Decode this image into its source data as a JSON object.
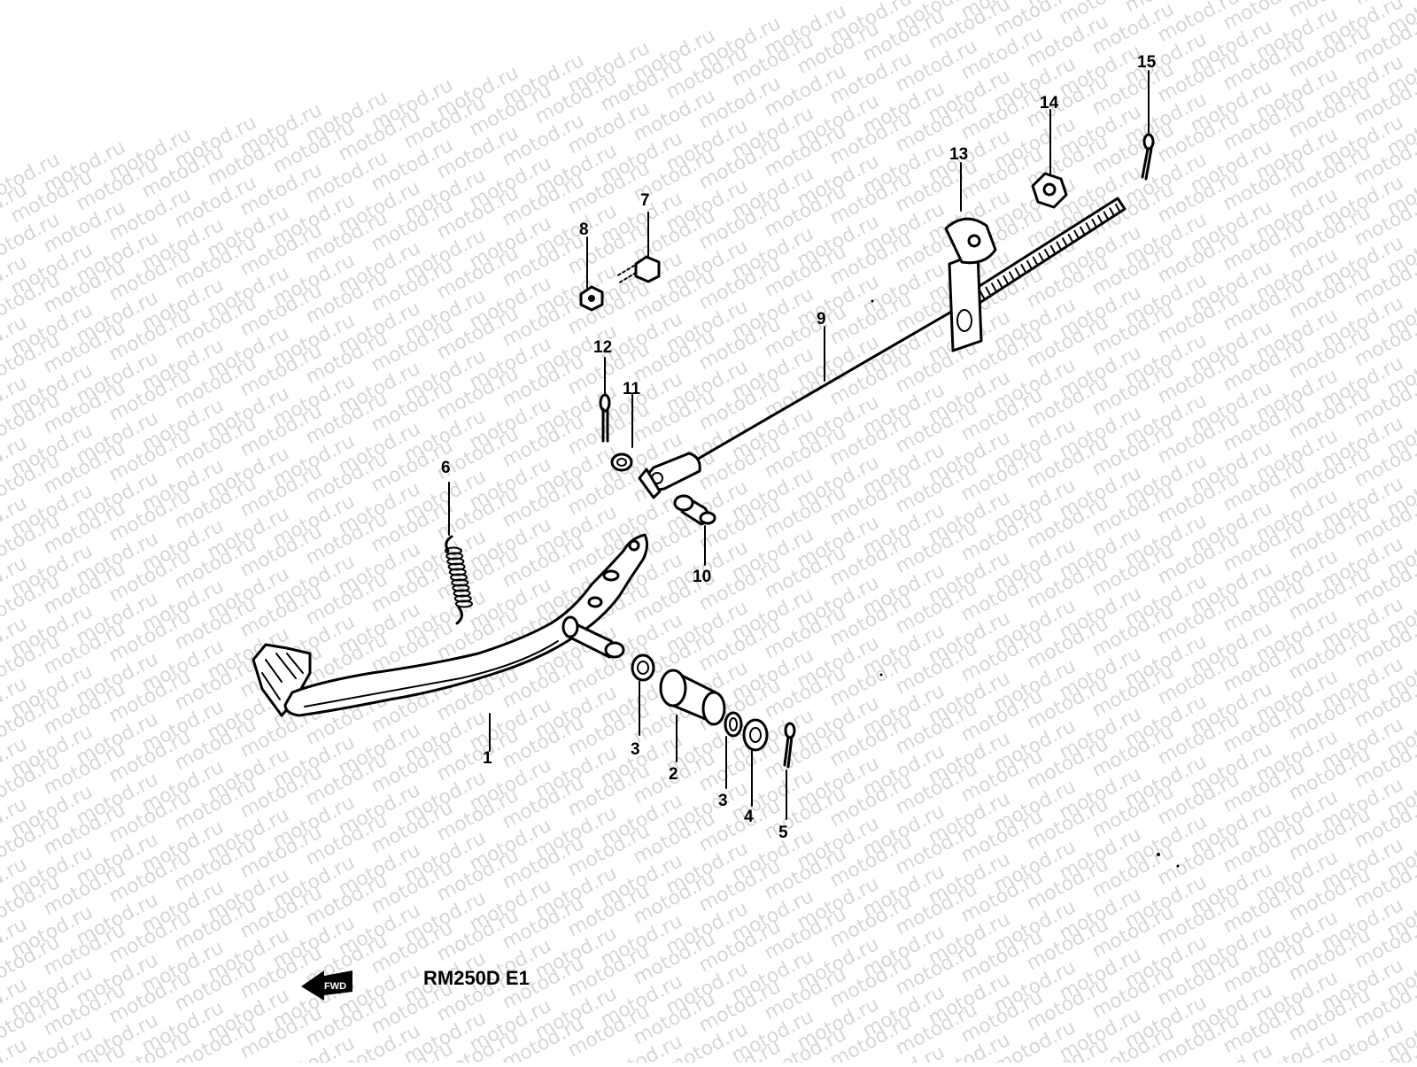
{
  "watermark": {
    "text": "motod.ru"
  },
  "model_label": "RM250D E1",
  "fwd_label": "FWD",
  "callouts": [
    {
      "id": "1",
      "text": "1"
    },
    {
      "id": "2",
      "text": "2"
    },
    {
      "id": "3a",
      "text": "3"
    },
    {
      "id": "3b",
      "text": "3"
    },
    {
      "id": "4",
      "text": "4"
    },
    {
      "id": "5",
      "text": "5"
    },
    {
      "id": "6",
      "text": "6"
    },
    {
      "id": "7",
      "text": "7"
    },
    {
      "id": "8",
      "text": "8"
    },
    {
      "id": "9",
      "text": "9"
    },
    {
      "id": "10",
      "text": "10"
    },
    {
      "id": "11",
      "text": "11"
    },
    {
      "id": "12",
      "text": "12"
    },
    {
      "id": "13",
      "text": "13"
    },
    {
      "id": "14",
      "text": "14"
    },
    {
      "id": "15",
      "text": "15"
    }
  ]
}
